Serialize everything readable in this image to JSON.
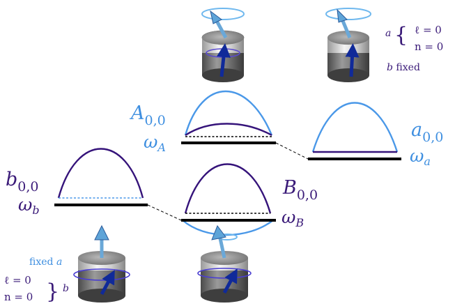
{
  "colors": {
    "blue": "#4a98e8",
    "light_blue": "#7fc0f0",
    "purple": "#35137a",
    "navy": "#102a99",
    "level_black": "#000000"
  },
  "levels": {
    "A": {
      "symbol": "A",
      "subscript": "0,0",
      "omega": "ω",
      "omega_sub": "A"
    },
    "a": {
      "symbol": "a",
      "subscript": "0,0",
      "omega": "ω",
      "omega_sub": "a"
    },
    "b": {
      "symbol": "b",
      "subscript": "0,0",
      "omega": "ω",
      "omega_sub": "b"
    },
    "B": {
      "symbol": "B",
      "subscript": "0,0",
      "omega": "ω",
      "omega_sub": "B"
    }
  },
  "annotations": {
    "top_right": {
      "mode": "a",
      "l_line": "ℓ = 0",
      "n_line": "n = 0",
      "fixed_mode": "b",
      "fixed_word": "fixed"
    },
    "bottom_left": {
      "fixed_word": "fixed",
      "fixed_mode": "a",
      "l_line": "ℓ = 0",
      "n_line": "n = 0",
      "mode": "b"
    }
  },
  "icons": [
    "cylinder-resonator-icon",
    "spin-arrow-icon",
    "rotation-ellipse-icon"
  ]
}
